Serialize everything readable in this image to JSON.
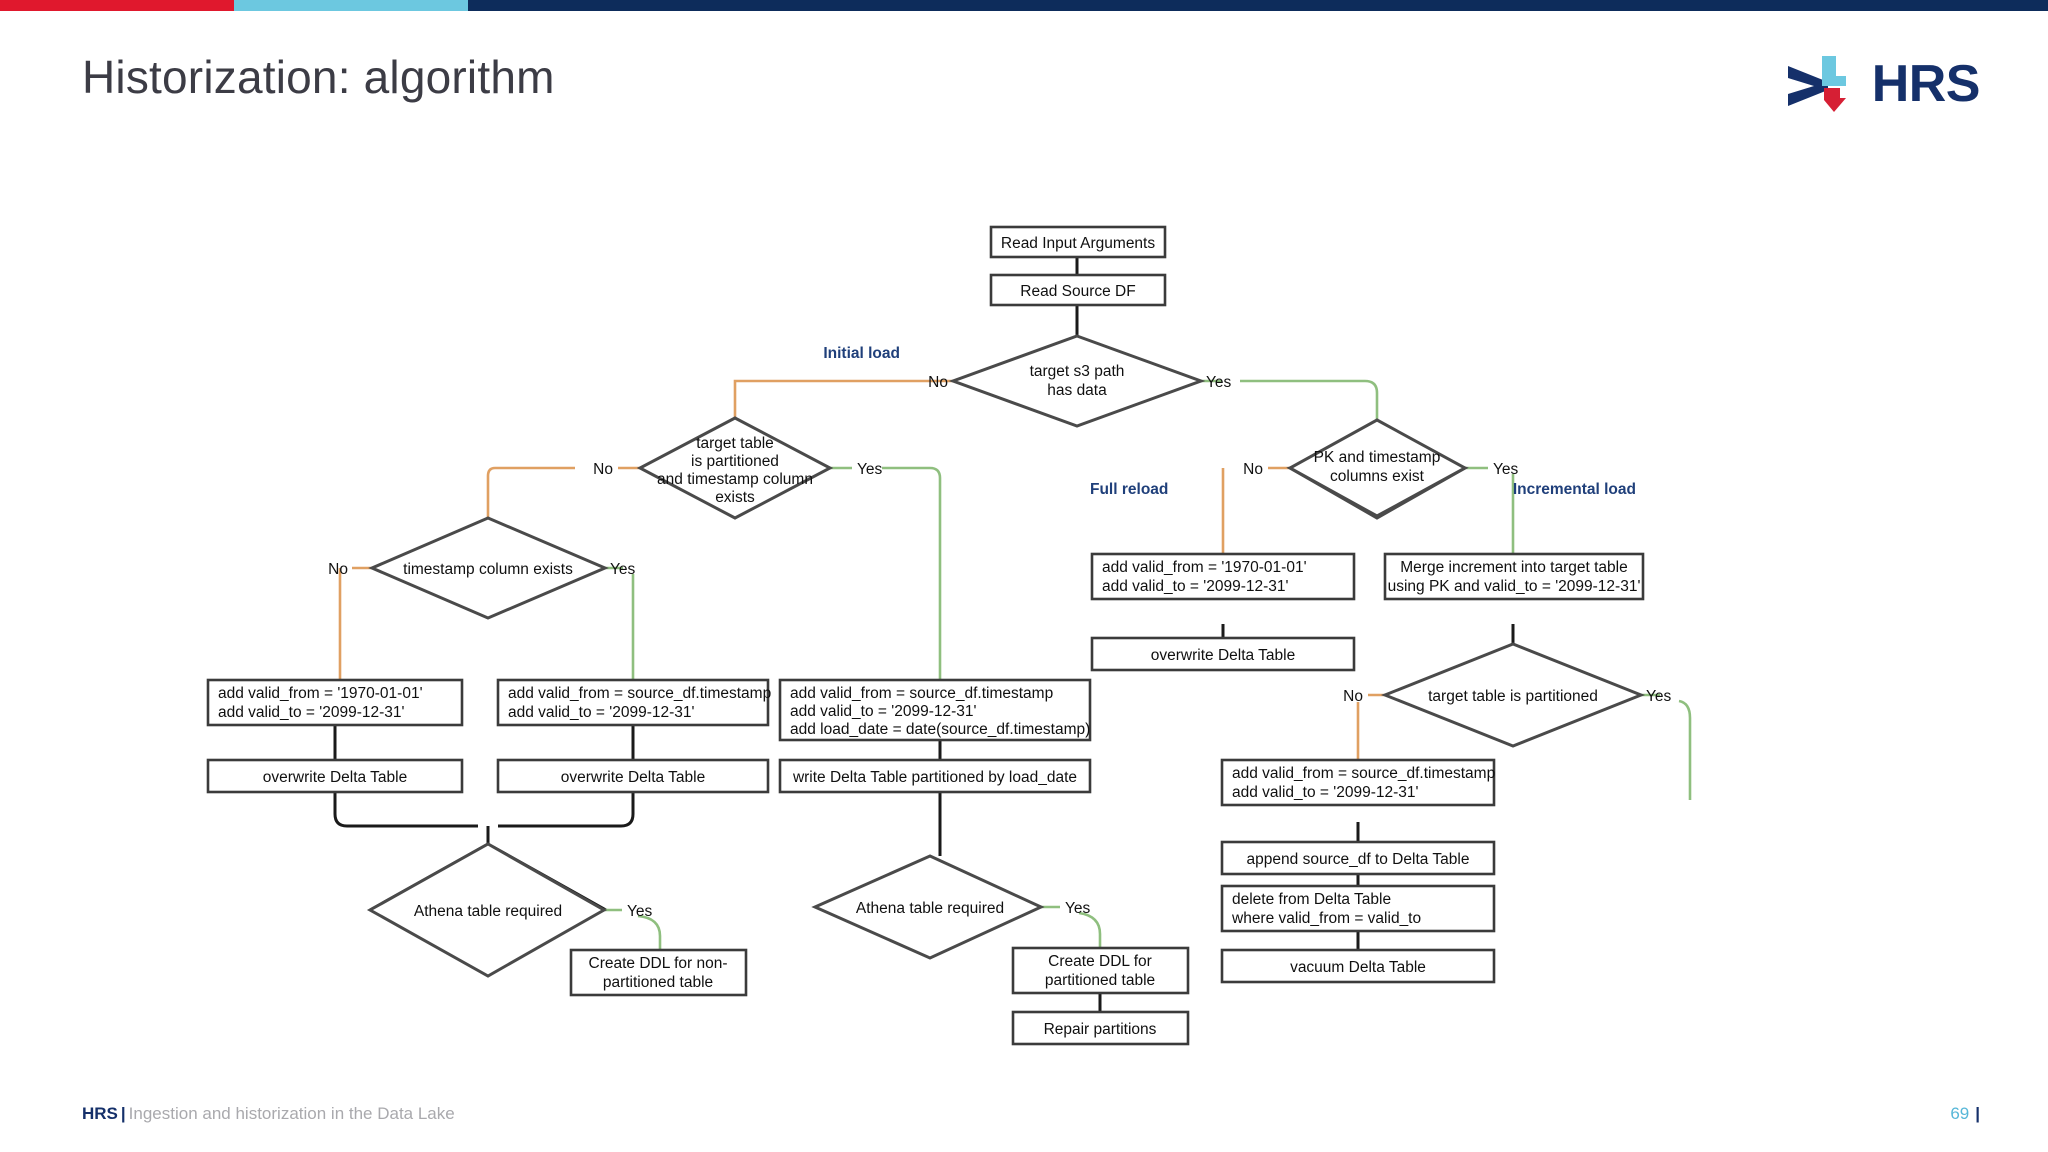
{
  "slide": {
    "title": "Historization: algorithm",
    "brand": "HRS",
    "logo_mark_name": "hrs-arrow-logo"
  },
  "topbar": {
    "colors": [
      "#e0182d",
      "#6cc8e0",
      "#0d2c5b"
    ]
  },
  "theme": {
    "title_color": "#3c3c45",
    "navy": "#15306a",
    "accent_cyan": "#57b7d8",
    "edge_black": "#1a1a1a",
    "edge_orange": "#e0a062",
    "edge_green": "#8fbf7f",
    "branch_label_color": "#1f3f7a"
  },
  "footer": {
    "brand": "HRS",
    "separator": "|",
    "subtitle": "Ingestion and historization in the Data Lake",
    "page_number": "69",
    "page_bar": "|"
  },
  "chart_data": {
    "type": "diagram",
    "subtype": "flowchart",
    "title": "Historization: algorithm",
    "branch_labels": [
      {
        "id": "bl-initial",
        "text": "Initial load"
      },
      {
        "id": "bl-full",
        "text": "Full reload"
      },
      {
        "id": "bl-incremental",
        "text": "Incremental load"
      }
    ],
    "nodes": [
      {
        "id": "n-read-args",
        "shape": "process",
        "text": [
          "Read Input Arguments"
        ]
      },
      {
        "id": "n-read-src",
        "shape": "process",
        "text": [
          "Read Source DF"
        ]
      },
      {
        "id": "d-s3-has-data",
        "shape": "decision",
        "text": [
          "target s3 path",
          "has data"
        ]
      },
      {
        "id": "d-part-ts",
        "shape": "decision",
        "text": [
          "target table",
          "is partitioned",
          "and timestamp column",
          "exists"
        ]
      },
      {
        "id": "d-ts-col",
        "shape": "decision",
        "text": [
          "timestamp column exists"
        ]
      },
      {
        "id": "b-init-1970",
        "shape": "process",
        "text": [
          "add valid_from = '1970-01-01'",
          "add valid_to = '2099-12-31'"
        ]
      },
      {
        "id": "b-init-ow1",
        "shape": "process",
        "text": [
          "overwrite Delta Table"
        ]
      },
      {
        "id": "b-init-srcts",
        "shape": "process",
        "text": [
          "add valid_from = source_df.timestamp",
          "add valid_to = '2099-12-31'"
        ]
      },
      {
        "id": "b-init-ow2",
        "shape": "process",
        "text": [
          "overwrite Delta Table"
        ]
      },
      {
        "id": "b-init-load",
        "shape": "process",
        "text": [
          "add valid_from = source_df.timestamp",
          "add valid_to = '2099-12-31'",
          "add load_date = date(source_df.timestamp)"
        ]
      },
      {
        "id": "b-init-write",
        "shape": "process",
        "text": [
          "write Delta Table partitioned by load_date"
        ]
      },
      {
        "id": "d-athena-1",
        "shape": "decision",
        "text": [
          "Athena table required"
        ]
      },
      {
        "id": "b-ddl-nonpart",
        "shape": "process",
        "text": [
          "Create DDL for non-",
          "partitioned table"
        ]
      },
      {
        "id": "d-athena-2",
        "shape": "decision",
        "text": [
          "Athena table required"
        ]
      },
      {
        "id": "b-ddl-part",
        "shape": "process",
        "text": [
          "Create DDL for",
          "partitioned table"
        ]
      },
      {
        "id": "b-repair",
        "shape": "process",
        "text": [
          "Repair partitions"
        ]
      },
      {
        "id": "d-pk-ts",
        "shape": "decision",
        "text": [
          "PK and timestamp",
          "columns exist"
        ]
      },
      {
        "id": "b-full-1970",
        "shape": "process",
        "text": [
          "add valid_from = '1970-01-01'",
          "add valid_to = '2099-12-31'"
        ]
      },
      {
        "id": "b-full-ow",
        "shape": "process",
        "text": [
          "overwrite Delta Table"
        ]
      },
      {
        "id": "b-merge",
        "shape": "process",
        "text": [
          "Merge increment into target table",
          "using PK and valid_to = '2099-12-31'"
        ]
      },
      {
        "id": "d-tgt-part",
        "shape": "decision",
        "text": [
          "target table is partitioned"
        ]
      },
      {
        "id": "b-inc-srcts",
        "shape": "process",
        "text": [
          "add valid_from = source_df.timestamp",
          "add valid_to = '2099-12-31'"
        ]
      },
      {
        "id": "b-inc-append",
        "shape": "process",
        "text": [
          "append source_df to Delta Table"
        ]
      },
      {
        "id": "b-inc-delete",
        "shape": "process",
        "text": [
          "delete from Delta Table",
          "where valid_from = valid_to"
        ]
      },
      {
        "id": "b-inc-vacuum",
        "shape": "process",
        "text": [
          "vacuum Delta Table"
        ]
      }
    ],
    "edge_labels": [
      {
        "id": "el-s3-no",
        "text": "No"
      },
      {
        "id": "el-s3-yes",
        "text": "Yes"
      },
      {
        "id": "el-partts-no",
        "text": "No"
      },
      {
        "id": "el-partts-yes",
        "text": "Yes"
      },
      {
        "id": "el-tscol-no",
        "text": "No"
      },
      {
        "id": "el-tscol-yes",
        "text": "Yes"
      },
      {
        "id": "el-athena1-yes",
        "text": "Yes"
      },
      {
        "id": "el-athena2-yes",
        "text": "Yes"
      },
      {
        "id": "el-pkts-no",
        "text": "No"
      },
      {
        "id": "el-pkts-yes",
        "text": "Yes"
      },
      {
        "id": "el-tgtpart-no",
        "text": "No"
      },
      {
        "id": "el-tgtpart-yes",
        "text": "Yes"
      }
    ]
  }
}
